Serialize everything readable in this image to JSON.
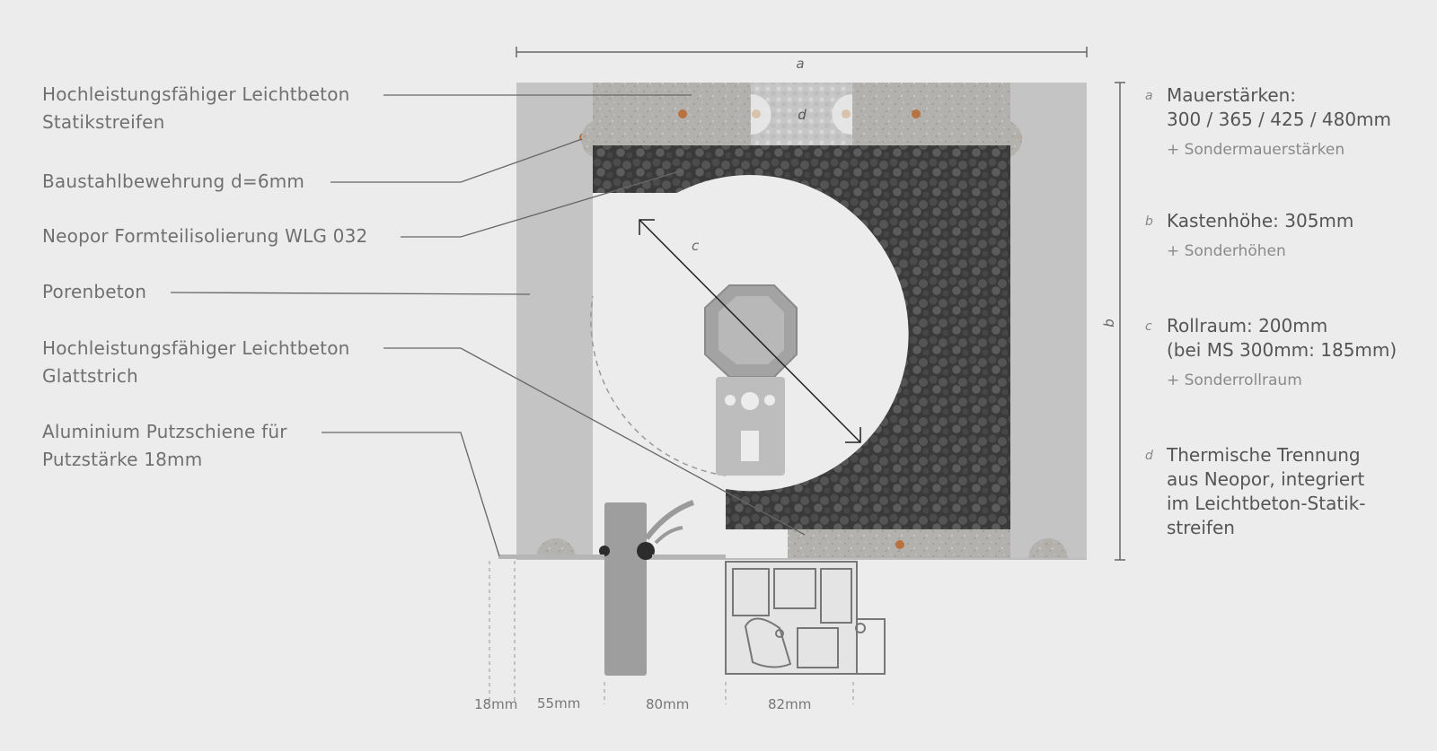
{
  "labels": {
    "statikstreifen": {
      "line1": "Hochleistungsfähiger Leichtbeton",
      "line2": "Statikstreifen"
    },
    "bewehrung": "Baustahlbewehrung d=6mm",
    "isolierung": "Neopor Formteilisolierung WLG 032",
    "porenbeton": "Porenbeton",
    "glattstrich": {
      "line1": "Hochleistungsfähiger Leichtbeton",
      "line2": "Glattstrich"
    },
    "putzschiene": {
      "line1": "Aluminium Putzschiene für",
      "line2": "Putzstärke 18mm"
    }
  },
  "specs": [
    {
      "key": "a",
      "lines": [
        "Mauerstärken:",
        "300 / 365 / 425 / 480mm"
      ],
      "extra": "+ Sondermauerstärken"
    },
    {
      "key": "b",
      "lines": [
        "Kastenhöhe: 305mm"
      ],
      "extra": "+ Sonderhöhen"
    },
    {
      "key": "c",
      "lines": [
        "Rollraum: 200mm",
        "(bei MS 300mm: 185mm)"
      ],
      "extra": "+ Sonderrollraum"
    },
    {
      "key": "d",
      "lines": [
        "Thermische Trennung",
        "aus Neopor, integriert",
        "im Leichtbeton-Statik-",
        "streifen"
      ],
      "extra": ""
    }
  ],
  "drawing_marks": {
    "a": "a",
    "b": "b",
    "c": "c",
    "d": "d"
  },
  "dimensions": [
    "18mm",
    "55mm",
    "80mm",
    "82mm"
  ],
  "colors": {
    "background": "#ececec",
    "porenbeton": "#c4c4c4",
    "leichtbeton": "#b0aeaa",
    "neopor": "#3d3d3d",
    "rebar": "#b8723f"
  }
}
